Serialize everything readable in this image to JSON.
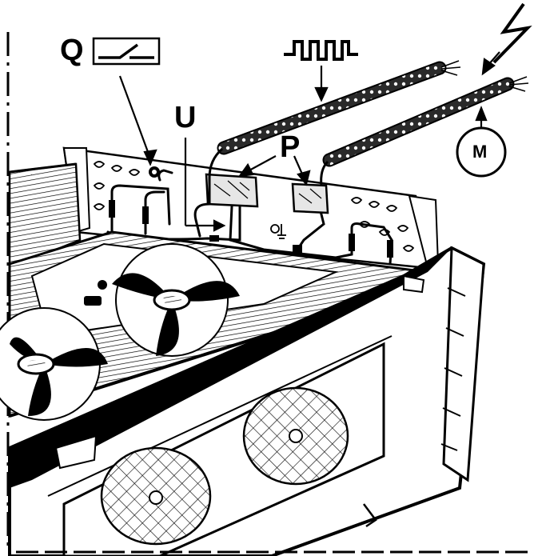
{
  "labels": {
    "q": "Q",
    "u": "U",
    "p": "P",
    "m": "M"
  },
  "icons": {
    "q_symbol": "switch-icon",
    "heater_symbol": "square-wave-icon",
    "power_symbol": "lightning-icon"
  },
  "colors": {
    "line": "#000000",
    "background": "#ffffff",
    "fill_grey": "#d9d9d9"
  }
}
